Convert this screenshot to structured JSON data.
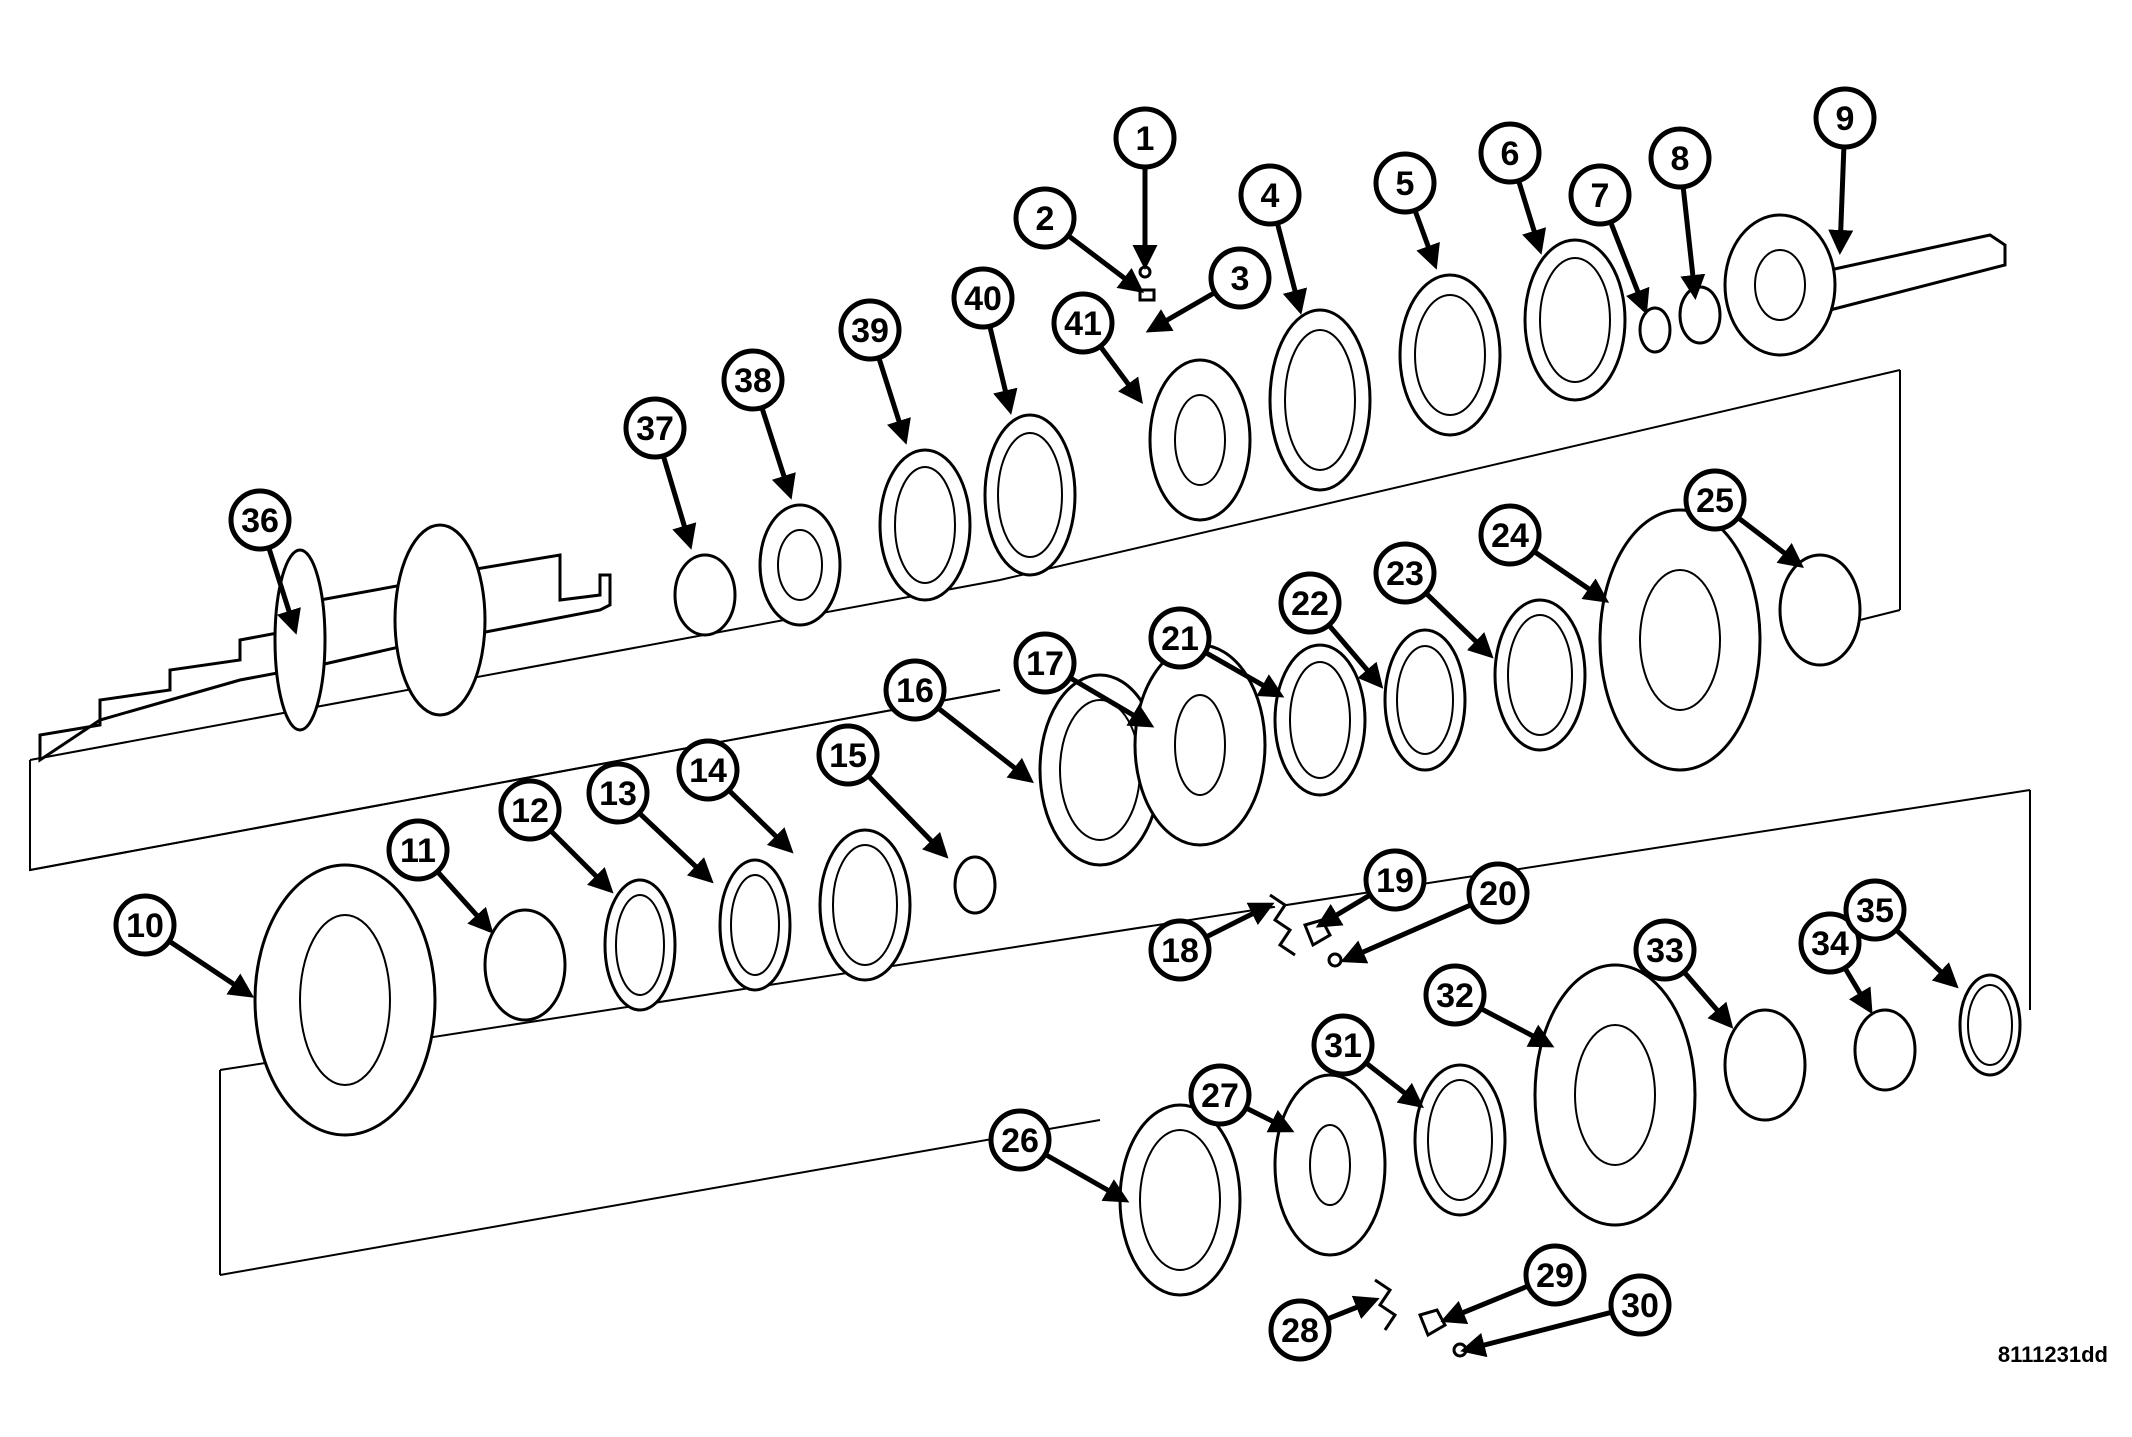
{
  "figure_code": "8111231dd",
  "callouts": [
    "1",
    "2",
    "3",
    "4",
    "5",
    "6",
    "7",
    "8",
    "9",
    "10",
    "11",
    "12",
    "13",
    "14",
    "15",
    "16",
    "17",
    "18",
    "19",
    "20",
    "21",
    "22",
    "23",
    "24",
    "25",
    "26",
    "27",
    "28",
    "29",
    "30",
    "31",
    "32",
    "33",
    "34",
    "35",
    "36",
    "37",
    "38",
    "39",
    "40",
    "41"
  ],
  "colors": {
    "line": "#000000",
    "background": "#ffffff"
  }
}
